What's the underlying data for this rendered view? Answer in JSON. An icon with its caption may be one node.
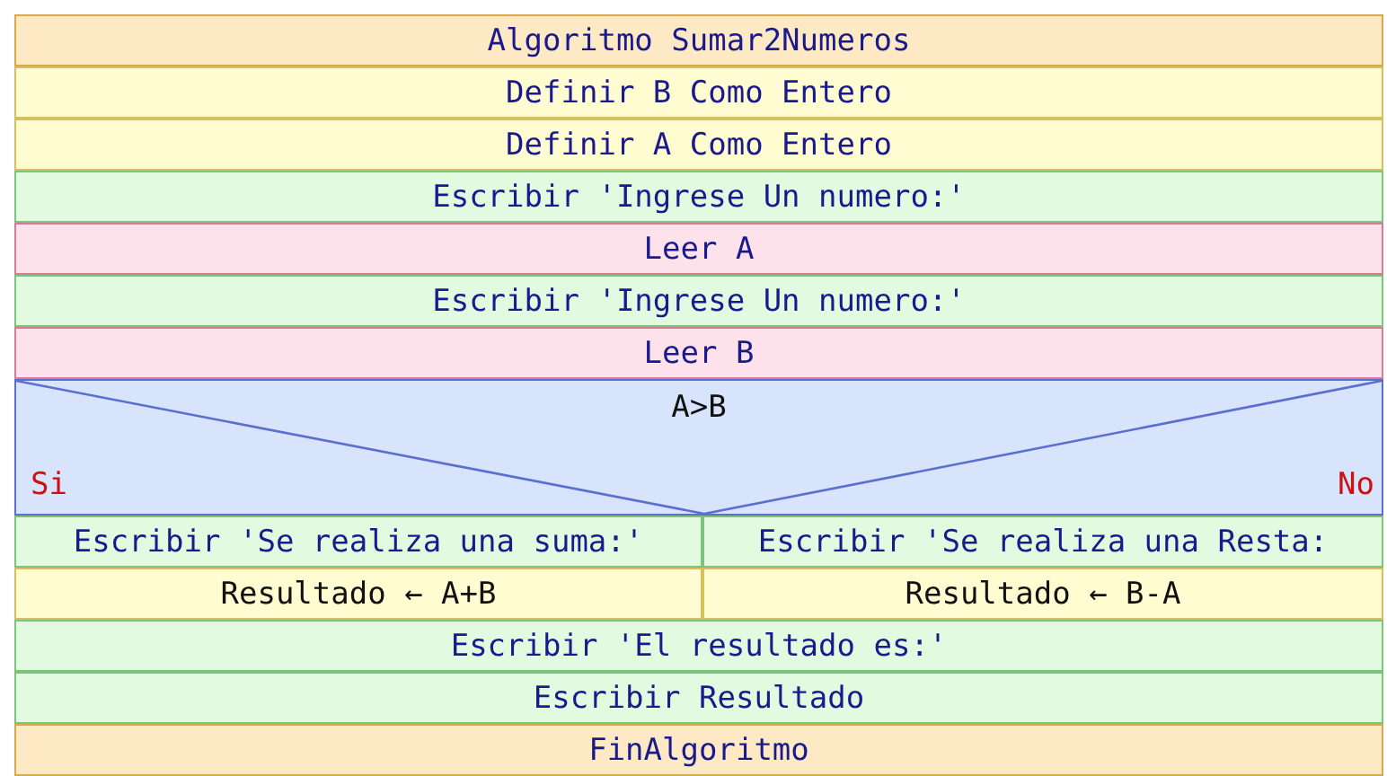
{
  "diagram": {
    "nodes": [
      {
        "text": [
          "Algoritmo Sumar2Numeros"
        ]
      },
      {
        "text": [
          "Definir B Como Entero"
        ]
      },
      {
        "text": [
          "Definir A Como Entero"
        ]
      },
      {
        "text": [
          "Escribir 'Ingrese Un numero:'"
        ]
      },
      {
        "text": [
          "Leer A"
        ]
      },
      {
        "text": [
          "Escribir 'Ingrese Un numero:'"
        ]
      },
      {
        "text": [
          "Leer B"
        ]
      },
      {
        "text": [
          "A>B",
          "Si",
          "No"
        ]
      },
      {
        "text": [
          "Escribir 'Se realiza una suma:'"
        ]
      },
      {
        "text": [
          "Escribir 'Se realiza una Resta:"
        ]
      },
      {
        "text": [
          "Resultado ← A+B"
        ]
      },
      {
        "text": [
          "Resultado ← B-A"
        ]
      },
      {
        "text": [
          "Escribir 'El resultado es:'"
        ]
      },
      {
        "text": [
          "Escribir Resultado"
        ]
      },
      {
        "text": [
          "FinAlgoritmo"
        ]
      }
    ],
    "edges": []
  }
}
